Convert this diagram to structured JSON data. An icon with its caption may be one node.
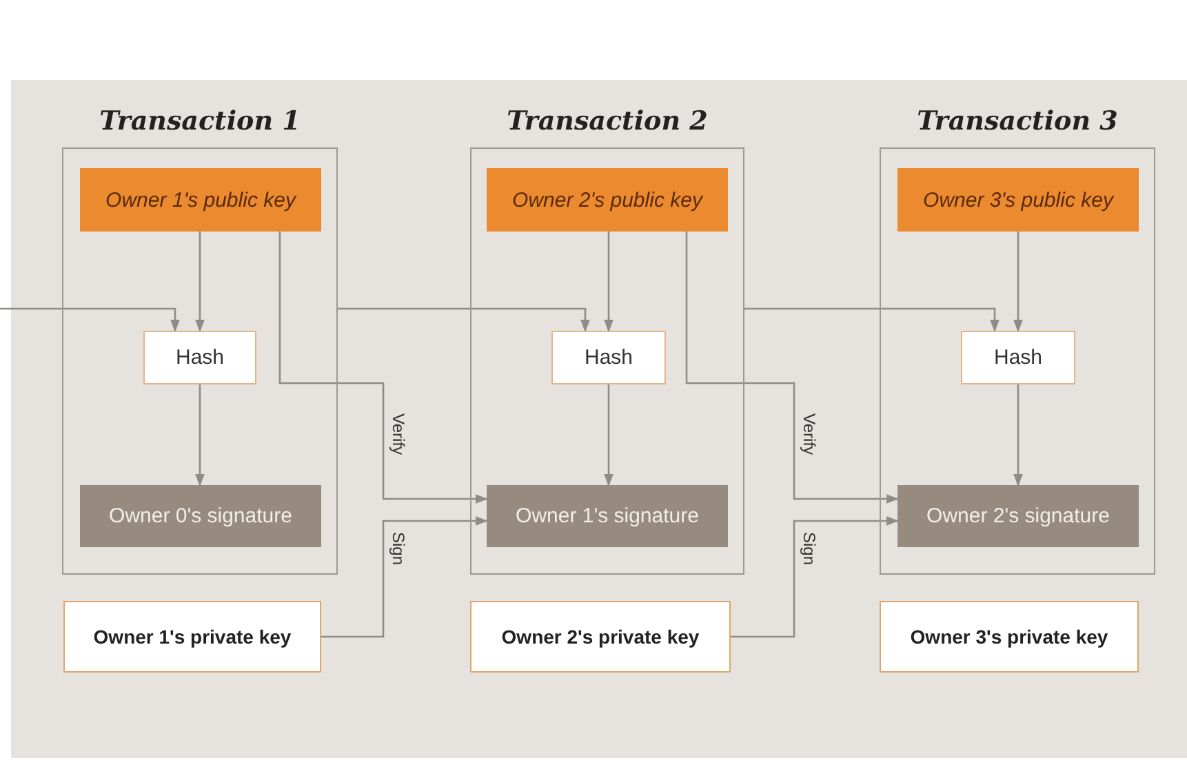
{
  "diagram": {
    "nodes": [
      {
        "text": [
          "Transaction 1"
        ]
      },
      {
        "text": [
          "Owner 1's public key"
        ],
        "in": 0
      },
      {
        "text": [
          "Hash"
        ],
        "in": 0
      },
      {
        "text": [
          "Owner 0's signature"
        ],
        "in": 0
      },
      {
        "text": [
          "Transaction 2"
        ]
      },
      {
        "text": [
          "Owner 2's public key"
        ],
        "in": 4
      },
      {
        "text": [
          "Hash"
        ],
        "in": 4
      },
      {
        "text": [
          "Owner 1's signature"
        ],
        "in": 4
      },
      {
        "text": [
          "Transaction 3"
        ]
      },
      {
        "text": [
          "Owner 3's public key"
        ],
        "in": 8
      },
      {
        "text": [
          "Hash"
        ],
        "in": 8
      },
      {
        "text": [
          "Owner 2's signature"
        ],
        "in": 8
      },
      {
        "text": [
          "Owner 1's private key"
        ]
      },
      {
        "text": [
          "Owner 2's private key"
        ]
      },
      {
        "text": [
          "Owner 3's private key"
        ]
      }
    ],
    "edges": [
      {
        "from": null,
        "to": 2,
        "arrow": "to"
      },
      {
        "from": 1,
        "to": 2,
        "arrow": "to"
      },
      {
        "from": 2,
        "to": 3,
        "arrow": "to"
      },
      {
        "from": 0,
        "to": 6,
        "arrow": "to"
      },
      {
        "from": 1,
        "to": 7,
        "arrow": "to",
        "label": "Verify"
      },
      {
        "from": 12,
        "to": 7,
        "arrow": "to",
        "label": "Sign"
      },
      {
        "from": 5,
        "to": 6,
        "arrow": "to"
      },
      {
        "from": 6,
        "to": 7,
        "arrow": "to"
      },
      {
        "from": 4,
        "to": 10,
        "arrow": "to"
      },
      {
        "from": 5,
        "to": 11,
        "arrow": "to",
        "label": "Verify"
      },
      {
        "from": 13,
        "to": 11,
        "arrow": "to",
        "label": "Sign"
      },
      {
        "from": 9,
        "to": 10,
        "arrow": "to"
      },
      {
        "from": 10,
        "to": 11,
        "arrow": "to"
      }
    ]
  }
}
